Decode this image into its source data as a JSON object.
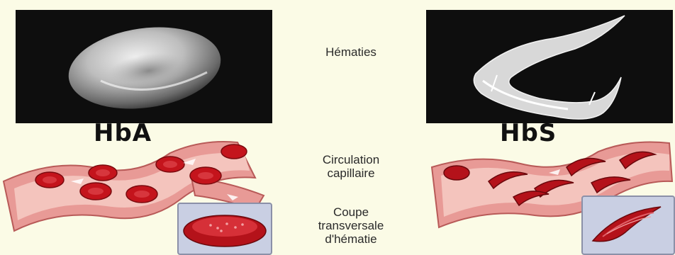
{
  "left_title": "HbA",
  "right_title": "HbS",
  "rows": {
    "row1": "Hématies",
    "row2_line1": "Circulation",
    "row2_line2": "capillaire",
    "row3_line1": "Coupe",
    "row3_line2": "transversale",
    "row3_line3": "d'hématie"
  }
}
